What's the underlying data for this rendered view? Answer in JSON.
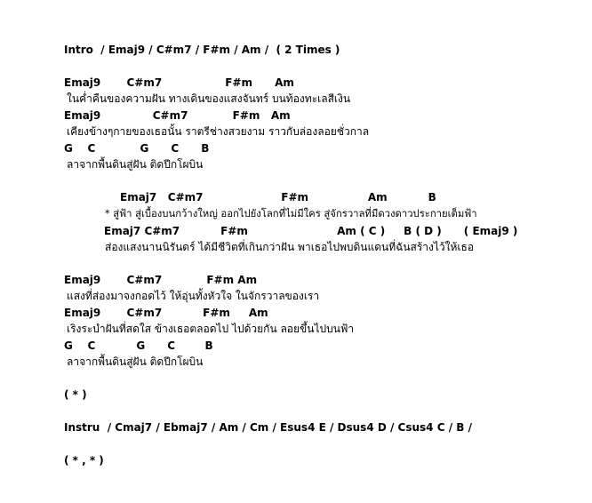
{
  "sheet": {
    "intro": "Intro  / Emaj9 / C#m7 / F#m / Am /  ( 2 Times )",
    "verse1": {
      "c1": "Emaj9       C#m7                 F#m      Am",
      "l1": "ในค่ำคืนของความฝัน ทางเดินของแสงจันทร์ บนท้องทะเลสีเงิน",
      "c2": "Emaj9              C#m7            F#m   Am",
      "l2": "เคียงข้างๆกายของเธอนั้น ราตรีช่างสวยงาม ราวกับล่องลอยชั่วกาล",
      "c3": "G    C            G      C      B",
      "l3": "ลาจากพื้นดินสู่ฝัน ติดปีกโผบิน"
    },
    "chorus": {
      "c1": "Emaj7   C#m7                     F#m                Am           B",
      "l1": "* สู่ฟ้า สู่เบื้องบนกว้างใหญ่ ออกไปยังโลกที่ไม่มีใคร สู่จักรวาลที่มีดวงดาวประกายเต็มฟ้า",
      "c2": "Emaj7 C#m7           F#m                        Am ( C )     B ( D )      ( Emaj9 )",
      "l2": "ส่องแสงนานนิรันดร์ ได้มีชีวิตที่เกินกว่าฝัน พาเธอไปพบดินแดนที่ฉันสร้างไว้ให้เธอ"
    },
    "verse2": {
      "c1": "Emaj9       C#m7            F#m Am",
      "l1": "แสงที่ส่องมาจงกอดไว้ ให้อุ่นทั้งหัวใจ ในจักรวาลของเรา",
      "c2": "Emaj9       C#m7           F#m     Am",
      "l2": "เริงระบำฝันที่สดใส ข้างเธอตลอดไป ไปด้วยกัน ลอยขึ้นไปบนฟ้า",
      "c3": "G    C           G      C        B",
      "l3": "ลาจากพื้นดินสู่ฝัน ติดปีกโผบิน"
    },
    "repeat1": "( * )",
    "instru": "Instru  / Cmaj7 / Ebmaj7 / Am / Cm / Esus4 E / Dsus4 D / Csus4 C / B /",
    "repeat2": "( * , * )"
  }
}
